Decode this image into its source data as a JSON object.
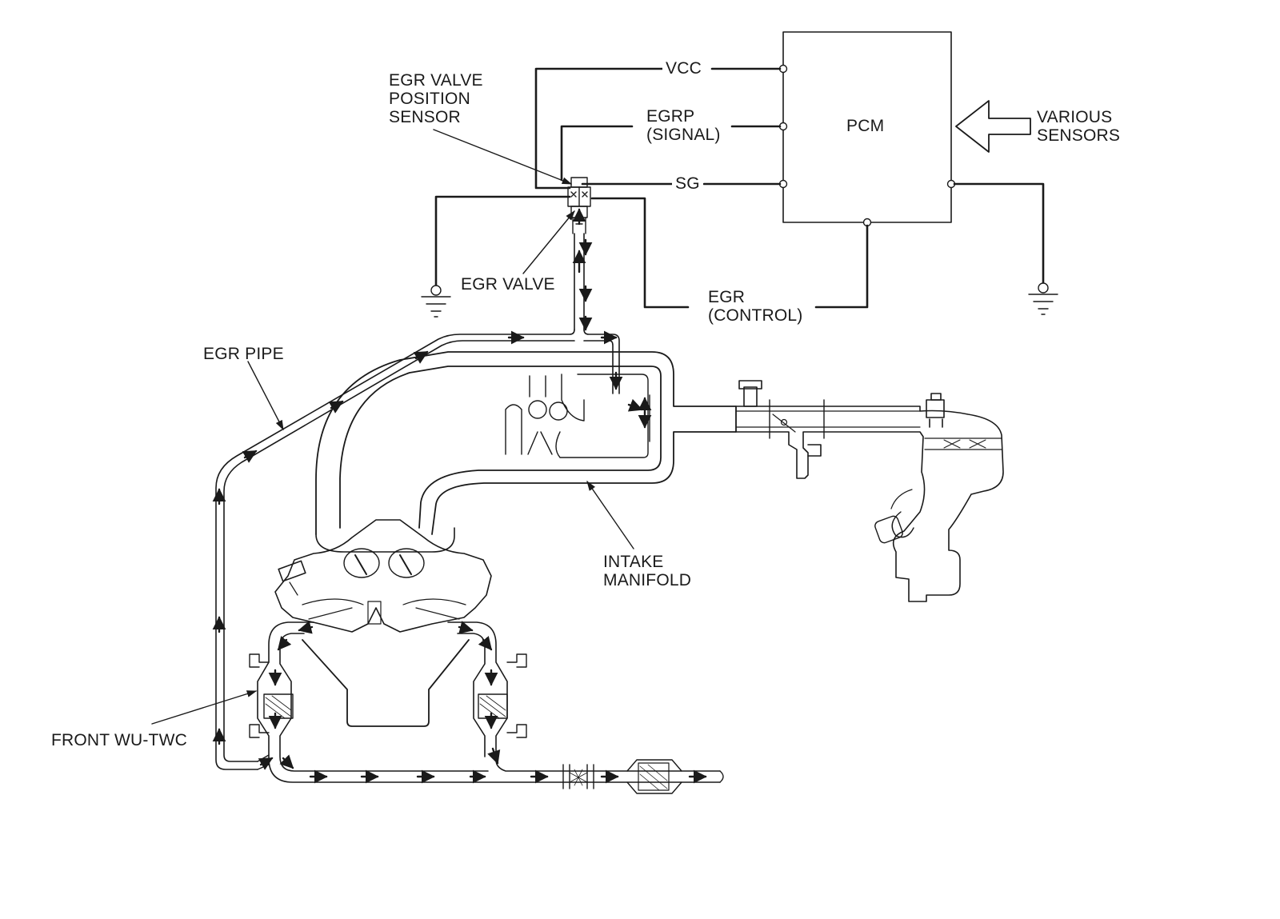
{
  "labels": {
    "vcc": "VCC",
    "egrp_1": "EGRP",
    "egrp_2": "(SIGNAL)",
    "sg": "SG",
    "pcm": "PCM",
    "various_1": "VARIOUS",
    "various_2": "SENSORS",
    "egr_valve_pos_1": "EGR VALVE",
    "egr_valve_pos_2": "POSITION",
    "egr_valve_pos_3": "SENSOR",
    "egr_valve": "EGR VALVE",
    "egr_control_1": "EGR",
    "egr_control_2": "(CONTROL)",
    "egr_pipe": "EGR PIPE",
    "intake_1": "INTAKE",
    "intake_2": "MANIFOLD",
    "front_twc": "FRONT WU-TWC"
  },
  "colors": {
    "line": "#1a1a1a",
    "background": "#ffffff"
  }
}
